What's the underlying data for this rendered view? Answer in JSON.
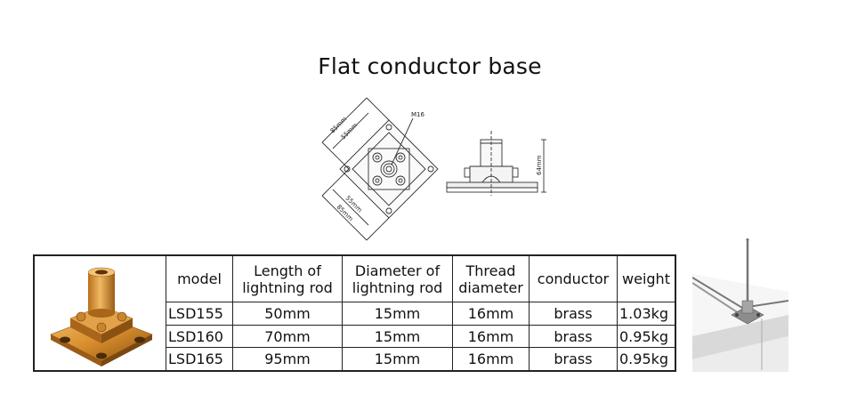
{
  "title": "Flat conductor base",
  "drawing_labels": {
    "thread": "M16",
    "outer_top": "85mm",
    "inner_top": "55mm",
    "inner_bottom": "55mm",
    "outer_bottom": "85mm",
    "height": "64mm"
  },
  "table": {
    "headers": [
      [
        "model"
      ],
      [
        "Length of",
        "lightning rod"
      ],
      [
        "Diameter of",
        "lightning rod"
      ],
      [
        "Thread",
        "diameter"
      ],
      [
        "conductor"
      ],
      [
        "weight"
      ]
    ],
    "rows": [
      {
        "model": "LSD155",
        "length": "50mm",
        "diameter": "15mm",
        "thread": "16mm",
        "conductor": "brass",
        "weight": "1.03kg"
      },
      {
        "model": "LSD160",
        "length": "70mm",
        "diameter": "15mm",
        "thread": "16mm",
        "conductor": "brass",
        "weight": "0.95kg"
      },
      {
        "model": "LSD165",
        "length": "95mm",
        "diameter": "15mm",
        "thread": "16mm",
        "conductor": "brass",
        "weight": "0.95kg"
      }
    ]
  },
  "colors": {
    "brass_light": "#e8a64a",
    "brass_mid": "#c97f22",
    "brass_dark": "#8a5212",
    "border": "#222222"
  }
}
